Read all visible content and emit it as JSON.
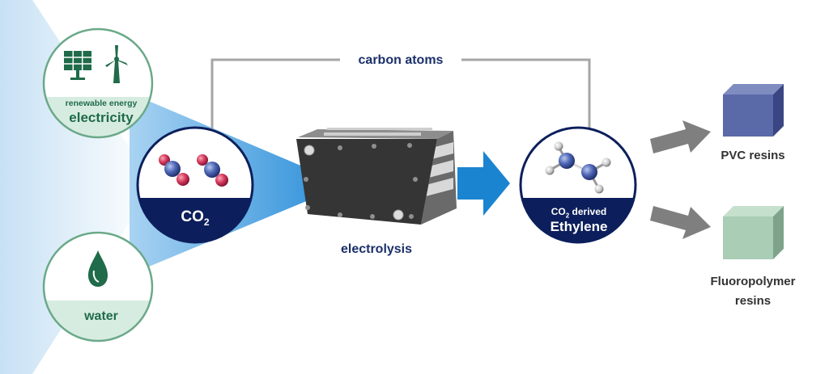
{
  "inputs": {
    "electricity": {
      "small_label": "renewable energy",
      "label": "electricity",
      "icons": [
        "solar-panel-icon",
        "wind-turbine-icon"
      ]
    },
    "water": {
      "label": "water",
      "icon": "water-drop-icon"
    }
  },
  "co2": {
    "label_main": "CO",
    "label_sub": "2"
  },
  "carbon_path_label": "carbon atoms",
  "electrolyzer_label": "electrolysis",
  "ethylene": {
    "pre_main": "CO",
    "pre_sub": "2",
    "pre_rest": " derived",
    "label": "Ethylene"
  },
  "products": [
    {
      "label": "PVC resins",
      "color": "#5a69a8"
    },
    {
      "label": "Fluoropolymer resins",
      "color": "#a9cdb5"
    }
  ],
  "colors": {
    "green": "#1f6b4a",
    "light_green": "#d7ece0",
    "navy": "#0c1f5c",
    "blue_arrow": "#1a84d0",
    "gray_arrow": "#7f7f7f"
  }
}
